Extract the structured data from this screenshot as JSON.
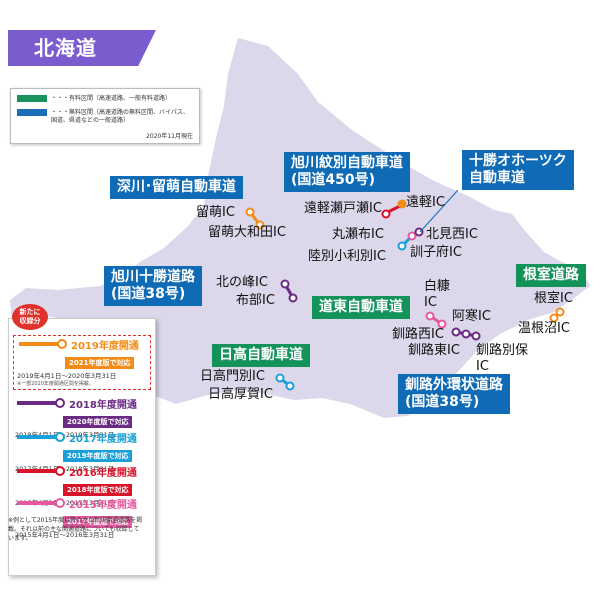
{
  "region_tab": "北海道",
  "legend": {
    "toll_label": "・・・有料区間（高速道路、一般有料道路）",
    "free_label": "・・・無料区間（高速道路の無料区間、バイパス、国道、県道などの一般道路）",
    "date": "2020年11月現在",
    "toll_color": "#18925a",
    "free_color": "#1b6fb8"
  },
  "routes": {
    "fukagawa": "深川･留萌自動車道",
    "asahikawa_monbetsu_1": "旭川紋別自動車道",
    "asahikawa_monbetsu_2": "(国道450号)",
    "tokachi_okhotsk_1": "十勝オホーツク",
    "tokachi_okhotsk_2": "自動車道",
    "asahikawa_tokachi_1": "旭川十勝道路",
    "asahikawa_tokachi_2": "(国道38号)",
    "nemuro": "根室道路",
    "doto": "道東自動車道",
    "hidaka": "日高自動車道",
    "kushiro_1": "釧路外環状道路",
    "kushiro_2": "(国道38号)"
  },
  "ic": {
    "rumoi": "留萌IC",
    "rumoi_owada": "留萌大和田IC",
    "engaru_setose": "遠軽瀬戸瀬IC",
    "engaru": "遠軽IC",
    "maruseppu": "丸瀬布IC",
    "kitami_nishi": "北見西IC",
    "rikubetsu_oribe": "陸別小利別IC",
    "kunneppu": "訓子府IC",
    "kitanomine": "北の峰IC",
    "nunobe": "布部IC",
    "shiranuka": "白糠",
    "shiranuka_ic": "IC",
    "akan": "阿寒IC",
    "nemuro": "根室IC",
    "onneto": "温根沼IC",
    "kushiro_nishi": "釧路西IC",
    "kushiro_higashi": "釧路東IC",
    "kushiro_betsuho_1": "釧路別保",
    "kushiro_betsuho_2": "IC",
    "hidaka_monbetsu": "日高門別IC",
    "hidaka_atsuga": "日高厚賀IC"
  },
  "years": {
    "new_badge": "新たに\n収録分",
    "items": [
      {
        "title": "2019年度開通",
        "fy": "2021年度版で対応",
        "range": "2019年4月1日〜2020年3月31日",
        "note": "※一部2020年度開通区間を掲載。",
        "color": "#f28c17"
      },
      {
        "title": "2018年度開通",
        "fy": "2020年度版で対応",
        "range": "2018年4月1日〜2019年3月31日",
        "color": "#6b2a83"
      },
      {
        "title": "2017年度開通",
        "fy": "2019年度版で対応",
        "range": "2017年4月1日〜2018年3月31日",
        "color": "#1aa0d8"
      },
      {
        "title": "2016年度開通",
        "fy": "2018年度版で対応",
        "range": "2016年4月1日〜2017年3月31日",
        "color": "#d8132a"
      },
      {
        "title": "2015年度開通",
        "fy": "2017年度版で対応",
        "range": "2015年4月1日〜2016年3月31日",
        "color": "#e6589f"
      }
    ],
    "footnote": "※例として2015年度以降の主な新規開通道路を掲載。それ以前の主な開通道路についても収録しています。"
  },
  "colors": {
    "land": "#dcd7ea",
    "route_blue": "#0f6bb5",
    "route_green": "#13935a",
    "tab_purple": "#7a5ccf"
  }
}
